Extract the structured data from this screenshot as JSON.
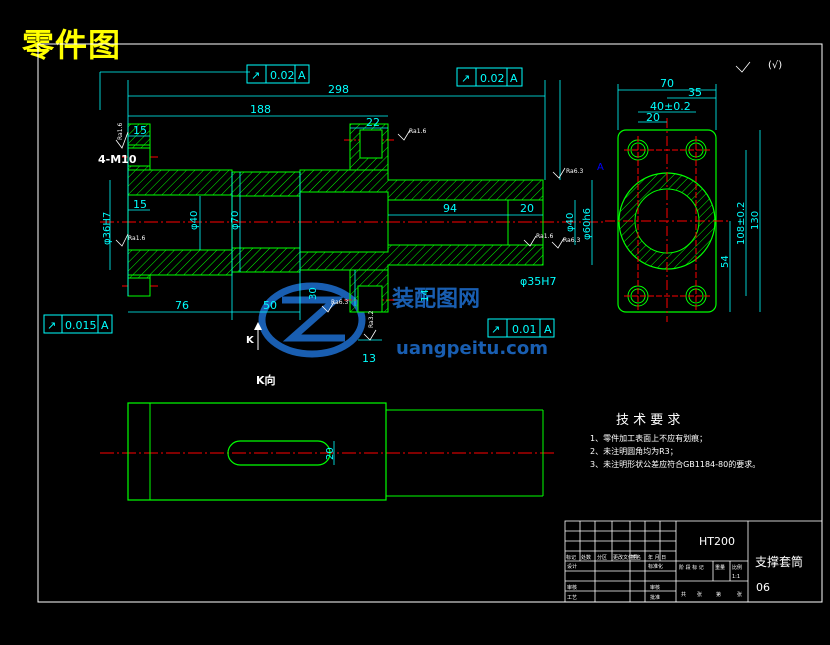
{
  "page_title": "零件图",
  "colors": {
    "background": "#000000",
    "outline": "#00ff00",
    "dimension": "#00ffff",
    "center_line": "#ff0000",
    "hatch": "#00ff00",
    "frame": "#ffffff",
    "title": "#ffff00",
    "watermark": "#1e6fd0"
  },
  "tolerance_frames": {
    "top_left": {
      "value": "0.02",
      "datum": "A"
    },
    "top_right": {
      "value": "0.02",
      "datum": "A"
    },
    "left": {
      "value": "0.015",
      "datum": "A"
    },
    "bottom": {
      "value": "0.01",
      "datum": "A"
    }
  },
  "dimensions": {
    "d298": "298",
    "d188": "188",
    "d22": "22",
    "d15_top": "15",
    "d15_mid": "15",
    "thread": "4-M10",
    "bore_36": "φ36H7",
    "d40": "φ40",
    "d70": "φ70",
    "d94": "94",
    "d20": "20",
    "d60": "φ60h6",
    "d40_right": "φ40",
    "d35": "φ35H7",
    "d76": "76",
    "d50": "50",
    "d30": "30",
    "d14": "14",
    "d13": "13",
    "side_70": "70",
    "side_35": "35",
    "side_40": "40±0.2",
    "side_20": "20",
    "side_108": "108±0.2",
    "side_130": "130",
    "side_54": "54",
    "k_slot_20": "20",
    "datum_label": "A"
  },
  "roughness": {
    "overall": "(√)",
    "r1": "Ra1.6",
    "r2": "Ra1.6",
    "r3": "Ra1.6",
    "r4": "Ra6.3",
    "r5": "Ra1.6",
    "r6": "Ra6.3",
    "r7": "Ra6.3",
    "r8": "Ra3.2"
  },
  "view_labels": {
    "k_arrow": "K",
    "k_view": "K向"
  },
  "technical_requirements": {
    "heading": "技 术 要 求",
    "items": [
      "1、零件加工表面上不应有划痕；",
      "2、未注明圆角均为R3；",
      "3、未注明形状公差应符合GB1184-80的要求。"
    ]
  },
  "title_block": {
    "material": "HT200",
    "part_name": "支撑套筒",
    "drawing_no": "06",
    "header_cells": [
      "标记",
      "处数",
      "分区",
      "更改文件号",
      "签名",
      "年 月 日"
    ],
    "row_labels": [
      "设计",
      "审核",
      "工艺"
    ],
    "mid_labels": [
      "标准化",
      "",
      "审核",
      "批准"
    ],
    "stage_labels": [
      "阶 段 标 记",
      "重量",
      "比例"
    ],
    "sheet_labels": [
      "共",
      "张",
      "第",
      "张"
    ],
    "scale_value": "1:1"
  },
  "watermark": {
    "brand": "装配图网",
    "url": "uangpeitu.com"
  }
}
